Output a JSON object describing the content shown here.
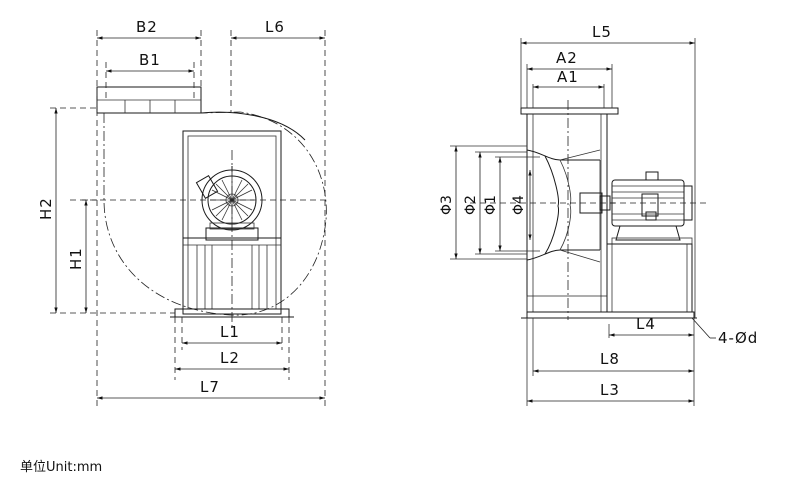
{
  "labels": {
    "b2": "B2",
    "b1": "B1",
    "l6": "L6",
    "h2": "H2",
    "h1": "H1",
    "l1": "L1",
    "l2": "L2",
    "l7": "L7",
    "l5": "L5",
    "a2": "A2",
    "a1": "A1",
    "phi3": "Φ3",
    "phi2": "Φ2",
    "phi1": "Φ1",
    "phi4": "Φ4",
    "l4": "L4",
    "hole": "4-Ød",
    "l8": "L8",
    "l3": "L3"
  },
  "unit_label": "单位Unit:mm"
}
